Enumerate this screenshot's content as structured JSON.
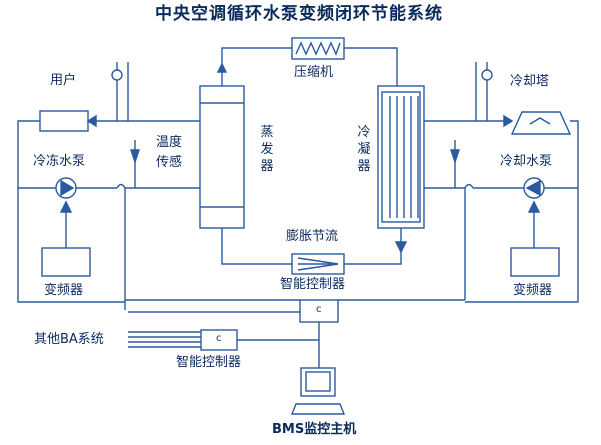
{
  "title": "中央空调循环水泵变频闭环节能系统",
  "labels": {
    "user": "用户",
    "chilled_pump": "冷冻水泵",
    "temp_sensor_1": "温度",
    "temp_sensor_2": "传感",
    "evaporator": "蒸发器",
    "compressor": "压缩机",
    "condenser": "冷凝器",
    "cooling_tower": "冷却塔",
    "cooling_pump": "冷却水泵",
    "expansion": "膨胀节流",
    "smart_controller_top": "智能控制器",
    "vfd_left": "变频器",
    "vfd_right": "变频器",
    "other_ba": "其他BA系统",
    "smart_controller_bottom": "智能控制器",
    "bms_host": "BMS监控主机",
    "ctrl_glyph_top": "c",
    "ctrl_glyph_bottom": "c"
  },
  "colors": {
    "line": "#2b5aa0",
    "text": "#0a2a5c",
    "accent": "#1a3f7a"
  }
}
